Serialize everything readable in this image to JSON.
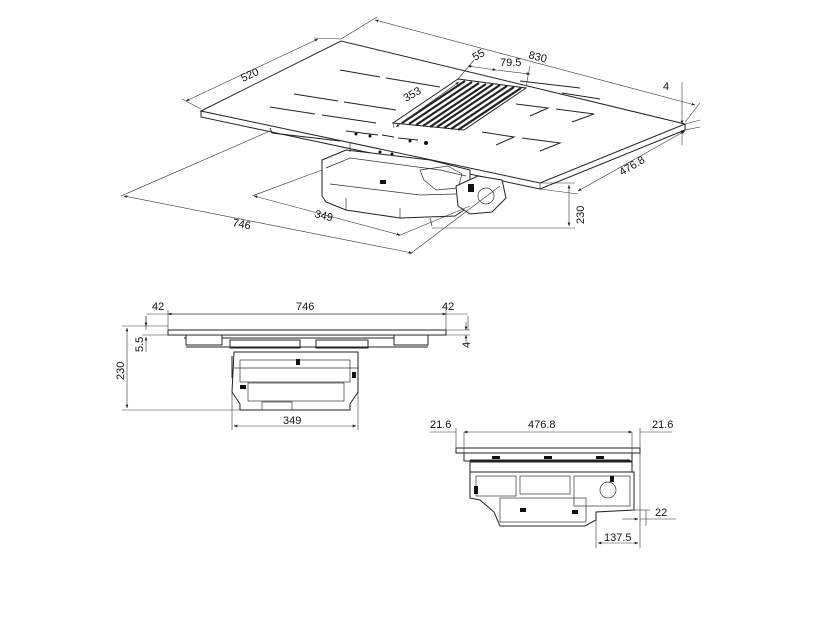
{
  "iso": {
    "width": "830",
    "depth": "520",
    "d55": "55",
    "d795": "79.5",
    "d353": "353",
    "d4": "4",
    "d4768": "476.8",
    "d746": "746",
    "d349": "349",
    "d230": "230"
  },
  "front": {
    "left": "42",
    "center": "746",
    "right": "42",
    "h55": "5.5",
    "h230": "230",
    "h4": "4",
    "bottom": "349"
  },
  "side": {
    "left": "21.6",
    "center": "476.8",
    "right": "21.6",
    "d22": "22",
    "d1375": "137.5"
  }
}
